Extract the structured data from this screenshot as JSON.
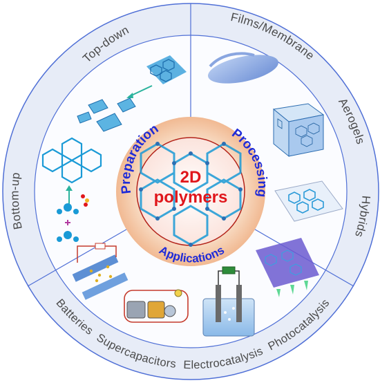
{
  "center": {
    "line1": "2D",
    "line2": "polymers"
  },
  "inner_ring": {
    "preparation": "Preparation",
    "processing": "Processing",
    "applications": "Applications"
  },
  "outer_ring": {
    "top_down": "Top-down",
    "bottom_up": "Bottom-up",
    "films_membrane": "Films/Membrane",
    "aerogels": "Aerogels",
    "hybrids": "Hybrids",
    "batteries": "Batteries",
    "supercapacitors": "Supercapacitors",
    "electrocatalysis": "Electrocatalysis",
    "photocatalysis": "Photocatalysis"
  },
  "icons": [
    "polymer-sheet-icon",
    "exfoliated-flakes-icon",
    "monomer-assembly-icon",
    "membrane-film-icon",
    "aerogel-cube-icon",
    "hybrid-sheet-icon",
    "battery-device-icon",
    "supercapacitor-circuit-icon",
    "electrolysis-cell-icon",
    "photocatalysis-sheet-icon"
  ],
  "colors": {
    "outer_ring": "#e7ecf7",
    "outline": "#4f6fd6",
    "inner_ring": "#f3c9a8",
    "center_fill": "#fde9e4",
    "inner_text": "#1f2bd8",
    "center_text": "#e0161b",
    "molecule": "#1a9ad6"
  }
}
